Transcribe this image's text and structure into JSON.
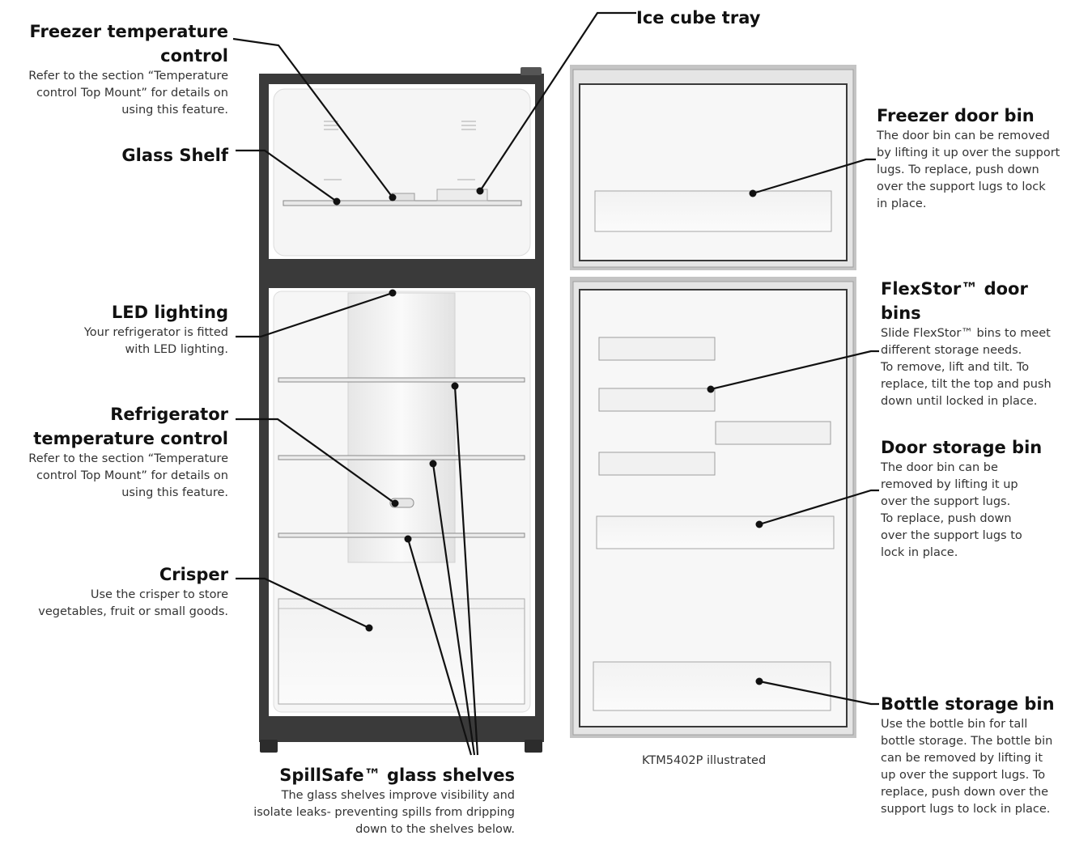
{
  "callouts": {
    "freezer_temp": {
      "title": "Freezer temperature\ncontrol",
      "desc": "Refer to the section “Temperature\ncontrol Top Mount” for details on\nusing this feature."
    },
    "glass_shelf": {
      "title": "Glass Shelf"
    },
    "ice_tray": {
      "title": "Ice cube tray"
    },
    "led": {
      "title": "LED lighting",
      "desc": "Your refrigerator is fitted\nwith LED lighting."
    },
    "fridge_temp": {
      "title": "Refrigerator\ntemperature control",
      "desc": "Refer to the section “Temperature\ncontrol Top Mount” for details on\nusing this feature."
    },
    "crisper": {
      "title": "Crisper",
      "desc": "Use the crisper to store\nvegetables, fruit or small goods."
    },
    "spillsafe": {
      "title": "SpillSafe™ glass shelves",
      "desc": "The glass shelves improve visibility and\nisolate leaks- preventing spills from dripping\ndown to the shelves below."
    },
    "freezer_door_bin": {
      "title": "Freezer door bin",
      "desc": "The door bin can be removed\nby lifting it up over the support\nlugs. To replace, push down\nover the support lugs to lock\nin place."
    },
    "flexstor": {
      "title": "FlexStor™ door bins",
      "desc": "Slide FlexStor™ bins to meet\ndifferent storage needs.\nTo remove, lift and tilt. To\nreplace, tilt the top and push\ndown until locked in place."
    },
    "door_storage": {
      "title": "Door storage bin",
      "desc": "The door bin can be\nremoved by lifting it up\nover the support lugs.\nTo replace, push down\nover the support lugs to\nlock in place."
    },
    "bottle_storage": {
      "title": "Bottle storage bin",
      "desc": "Use the bottle bin for tall\nbottle storage. The bottle bin\ncan be removed by lifting it\nup over the support lugs. To\nreplace, push down over the\nsupport lugs to lock in place."
    }
  },
  "model_note": "KTM5402P illustrated",
  "colors": {
    "frame": "#3a3a3a",
    "liner": "#f4f4f4",
    "door_edge": "#bdbdbd",
    "leader": "#111111"
  }
}
